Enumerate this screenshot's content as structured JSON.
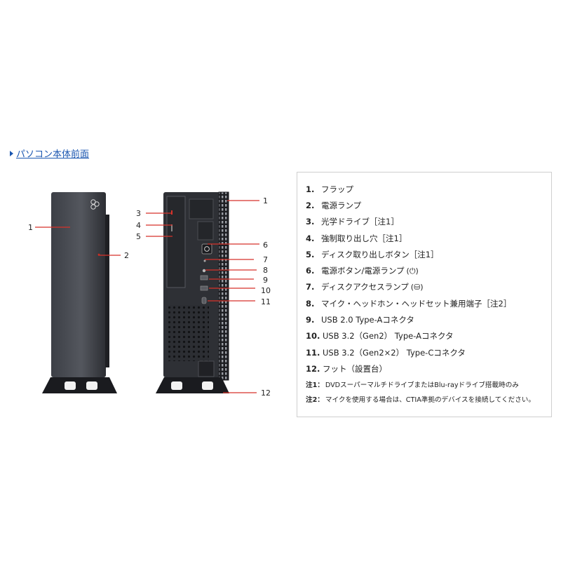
{
  "header": {
    "link_text": "パソコン本体前面"
  },
  "callouts": {
    "c1": "1",
    "c2": "2",
    "c3": "3",
    "c4": "4",
    "c5": "5",
    "c6": "6",
    "c7": "7",
    "c8": "8",
    "c9": "9",
    "c10": "10",
    "c11": "11",
    "c12": "12"
  },
  "legend": {
    "items": [
      {
        "num": "1.",
        "text": "フラップ"
      },
      {
        "num": "2.",
        "text": "電源ランプ"
      },
      {
        "num": "3.",
        "text": "光学ドライブ［注1］"
      },
      {
        "num": "4.",
        "text": "強制取り出し穴［注1］"
      },
      {
        "num": "5.",
        "text": "ディスク取り出しボタン［注1］"
      },
      {
        "num": "6.",
        "text": "電源ボタン/電源ランプ"
      },
      {
        "num": "7.",
        "text": "ディスクアクセスランプ"
      },
      {
        "num": "8.",
        "text": "マイク・ヘッドホン・ヘッドセット兼用端子［注2］"
      },
      {
        "num": "9.",
        "text": "USB 2.0 Type-Aコネクタ"
      },
      {
        "num": "10.",
        "text": "USB 3.2（Gen2） Type-Aコネクタ"
      },
      {
        "num": "11.",
        "text": "USB 3.2（Gen2×2） Type-Cコネクタ"
      },
      {
        "num": "12.",
        "text": "フット（設置台）"
      }
    ],
    "notes": [
      {
        "label": "注1：",
        "text": "DVDスーパーマルチドライブまたはBlu-rayドライブ搭載時のみ"
      },
      {
        "label": "注2：",
        "text": "マイクを使用する場合は、CTIA準拠のデバイスを接続してください。"
      }
    ]
  },
  "colors": {
    "callout": "#d8322a",
    "link": "#1a56b0",
    "chassis": "#2e3035"
  },
  "icons": {
    "power": "power-icon",
    "disk": "disk-access-icon"
  }
}
